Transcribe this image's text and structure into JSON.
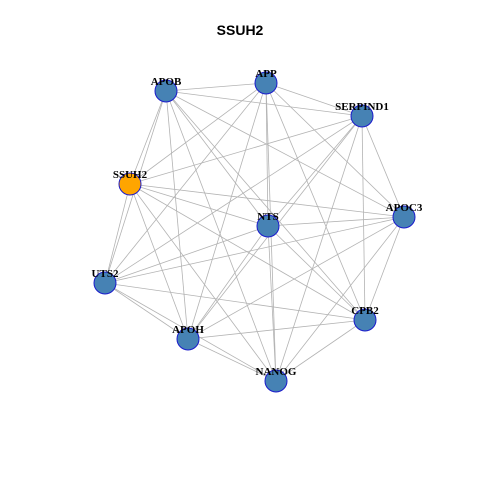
{
  "title": "SSUH2",
  "colors": {
    "default_node": "#4682b4",
    "highlight_node": "#ffa500",
    "node_border": "#1a1acc",
    "edge": "#b3b3b3"
  },
  "nodes": [
    {
      "id": "APOB",
      "label": "APOB",
      "highlight": false
    },
    {
      "id": "APP",
      "label": "APP",
      "highlight": false
    },
    {
      "id": "SERPIND1",
      "label": "SERPIND1",
      "highlight": false
    },
    {
      "id": "SSUH2",
      "label": "SSUH2",
      "highlight": true
    },
    {
      "id": "NTS",
      "label": "NTS",
      "highlight": false
    },
    {
      "id": "APOC3",
      "label": "APOC3",
      "highlight": false
    },
    {
      "id": "UTS2",
      "label": "UTS2",
      "highlight": false
    },
    {
      "id": "CPB2",
      "label": "CPB2",
      "highlight": false
    },
    {
      "id": "APOH",
      "label": "APOH",
      "highlight": false
    },
    {
      "id": "NANOG",
      "label": "NANOG",
      "highlight": false
    }
  ],
  "edges": [
    [
      "APOB",
      "APP"
    ],
    [
      "APOB",
      "SERPIND1"
    ],
    [
      "APOB",
      "SSUH2"
    ],
    [
      "APOB",
      "NTS"
    ],
    [
      "APOB",
      "APOC3"
    ],
    [
      "APOB",
      "UTS2"
    ],
    [
      "APOB",
      "CPB2"
    ],
    [
      "APOB",
      "APOH"
    ],
    [
      "APOB",
      "NANOG"
    ],
    [
      "APP",
      "SERPIND1"
    ],
    [
      "APP",
      "SSUH2"
    ],
    [
      "APP",
      "NTS"
    ],
    [
      "APP",
      "APOC3"
    ],
    [
      "APP",
      "UTS2"
    ],
    [
      "APP",
      "CPB2"
    ],
    [
      "APP",
      "APOH"
    ],
    [
      "APP",
      "NANOG"
    ],
    [
      "SERPIND1",
      "SSUH2"
    ],
    [
      "SERPIND1",
      "NTS"
    ],
    [
      "SERPIND1",
      "APOC3"
    ],
    [
      "SERPIND1",
      "UTS2"
    ],
    [
      "SERPIND1",
      "CPB2"
    ],
    [
      "SERPIND1",
      "APOH"
    ],
    [
      "SERPIND1",
      "NANOG"
    ],
    [
      "SSUH2",
      "NTS"
    ],
    [
      "SSUH2",
      "APOC3"
    ],
    [
      "SSUH2",
      "UTS2"
    ],
    [
      "SSUH2",
      "CPB2"
    ],
    [
      "SSUH2",
      "APOH"
    ],
    [
      "SSUH2",
      "NANOG"
    ],
    [
      "NTS",
      "APOC3"
    ],
    [
      "NTS",
      "UTS2"
    ],
    [
      "NTS",
      "CPB2"
    ],
    [
      "NTS",
      "APOH"
    ],
    [
      "NTS",
      "NANOG"
    ],
    [
      "APOC3",
      "UTS2"
    ],
    [
      "APOC3",
      "CPB2"
    ],
    [
      "APOC3",
      "APOH"
    ],
    [
      "APOC3",
      "NANOG"
    ],
    [
      "UTS2",
      "CPB2"
    ],
    [
      "UTS2",
      "APOH"
    ],
    [
      "UTS2",
      "NANOG"
    ],
    [
      "CPB2",
      "APOH"
    ],
    [
      "CPB2",
      "NANOG"
    ],
    [
      "APOH",
      "NANOG"
    ]
  ]
}
